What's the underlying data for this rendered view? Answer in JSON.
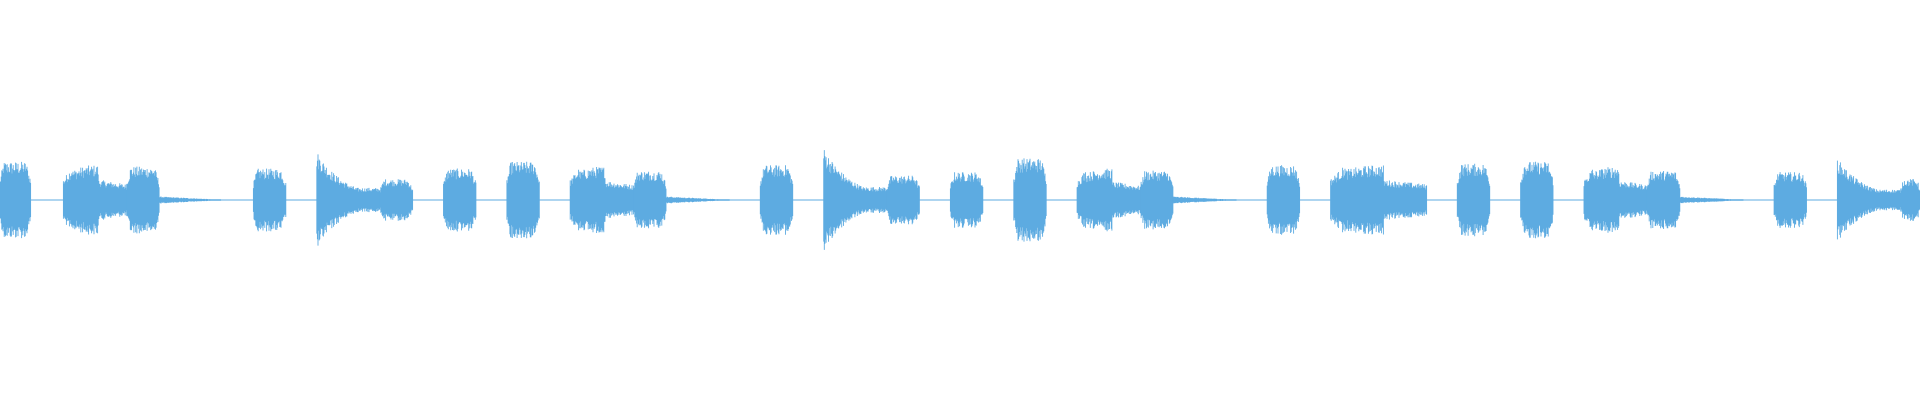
{
  "waveform": {
    "color": "#5DABE1",
    "background": "#FFFFFF",
    "segments": [
      {
        "start": 0.0,
        "end": 0.016,
        "shape": "block",
        "level": 0.55
      },
      {
        "start": 0.033,
        "end": 0.066,
        "shape": "swell",
        "level": 0.5
      },
      {
        "start": 0.066,
        "end": 0.083,
        "shape": "block",
        "level": 0.48
      },
      {
        "start": 0.083,
        "end": 0.115,
        "shape": "tail",
        "level": 0.05
      },
      {
        "start": 0.132,
        "end": 0.149,
        "shape": "block",
        "level": 0.45
      },
      {
        "start": 0.165,
        "end": 0.198,
        "shape": "decay",
        "level": 0.7
      },
      {
        "start": 0.198,
        "end": 0.215,
        "shape": "block",
        "level": 0.3
      },
      {
        "start": 0.231,
        "end": 0.248,
        "shape": "block",
        "level": 0.45
      },
      {
        "start": 0.264,
        "end": 0.281,
        "shape": "block",
        "level": 0.55
      },
      {
        "start": 0.297,
        "end": 0.33,
        "shape": "swell",
        "level": 0.48
      },
      {
        "start": 0.33,
        "end": 0.347,
        "shape": "block",
        "level": 0.42
      },
      {
        "start": 0.347,
        "end": 0.38,
        "shape": "tail",
        "level": 0.05
      },
      {
        "start": 0.396,
        "end": 0.413,
        "shape": "block",
        "level": 0.5
      },
      {
        "start": 0.429,
        "end": 0.462,
        "shape": "decay",
        "level": 0.75
      },
      {
        "start": 0.462,
        "end": 0.479,
        "shape": "block",
        "level": 0.35
      },
      {
        "start": 0.495,
        "end": 0.512,
        "shape": "block",
        "level": 0.4
      },
      {
        "start": 0.528,
        "end": 0.545,
        "shape": "block",
        "level": 0.6
      },
      {
        "start": 0.561,
        "end": 0.594,
        "shape": "swell",
        "level": 0.45
      },
      {
        "start": 0.594,
        "end": 0.611,
        "shape": "block",
        "level": 0.42
      },
      {
        "start": 0.611,
        "end": 0.644,
        "shape": "tail",
        "level": 0.05
      },
      {
        "start": 0.66,
        "end": 0.677,
        "shape": "block",
        "level": 0.5
      },
      {
        "start": 0.693,
        "end": 0.743,
        "shape": "swell",
        "level": 0.5
      },
      {
        "start": 0.759,
        "end": 0.776,
        "shape": "block",
        "level": 0.52
      },
      {
        "start": 0.792,
        "end": 0.809,
        "shape": "block",
        "level": 0.55
      },
      {
        "start": 0.825,
        "end": 0.858,
        "shape": "swell",
        "level": 0.48
      },
      {
        "start": 0.858,
        "end": 0.875,
        "shape": "block",
        "level": 0.42
      },
      {
        "start": 0.875,
        "end": 0.908,
        "shape": "tail",
        "level": 0.05
      },
      {
        "start": 0.924,
        "end": 0.941,
        "shape": "block",
        "level": 0.4
      },
      {
        "start": 0.957,
        "end": 0.99,
        "shape": "decay",
        "level": 0.6
      },
      {
        "start": 0.99,
        "end": 1.0,
        "shape": "block",
        "level": 0.3
      }
    ]
  }
}
